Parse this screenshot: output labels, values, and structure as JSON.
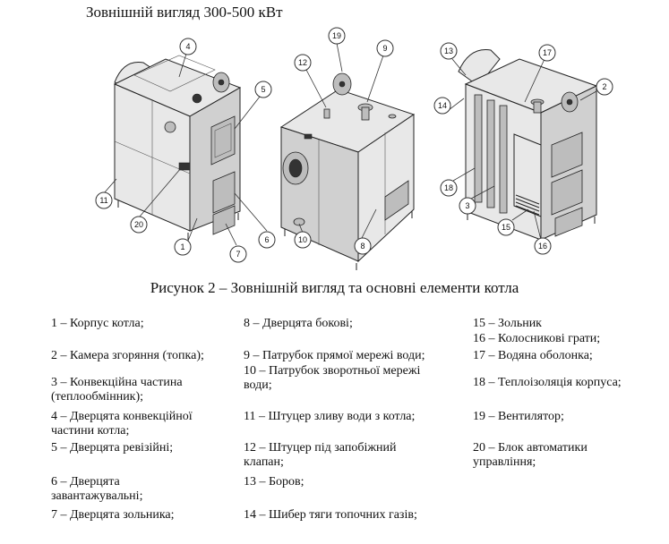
{
  "title": "Зовнішній вигляд 300-500 кВт",
  "caption": "Рисунок 2 – Зовнішній вигляд та основні елементи котла",
  "callouts": {
    "v1": [
      "1",
      "4",
      "5",
      "6",
      "7",
      "11",
      "20"
    ],
    "v2": [
      "19",
      "12",
      "9",
      "10",
      "8"
    ],
    "v3": [
      "13",
      "14",
      "17",
      "2",
      "18",
      "3",
      "15",
      "16"
    ]
  },
  "legend": {
    "col1": [
      "1 – Корпус котла;",
      "2 – Камера згоряння (топка);",
      "3 – Конвекційна частина\n(теплообмінник);",
      "4 – Дверцята конвекційної\nчастини котла;",
      "5 – Дверцята ревізійні;",
      "6 – Дверцята\nзавантажувальні;",
      "7 – Дверцята зольника;"
    ],
    "col2": [
      "8 – Дверцята бокові;",
      "9 – Патрубок прямої мережі води;",
      "10 – Патрубок зворотньої мережі\nводи;",
      "11 – Штуцер зливу води з котла;",
      "12 – Штуцер під запобіжний\nклапан;",
      "13 – Боров;",
      "14 – Шибер тяги топочних газів;"
    ],
    "col3": [
      "15 – Зольник",
      "16 – Колосникові грати;",
      "17 – Водяна оболонка;",
      "18 – Теплоізоляція корпуса;",
      "19 – Вентилятор;",
      "20 – Блок автоматики\nуправління;"
    ]
  }
}
